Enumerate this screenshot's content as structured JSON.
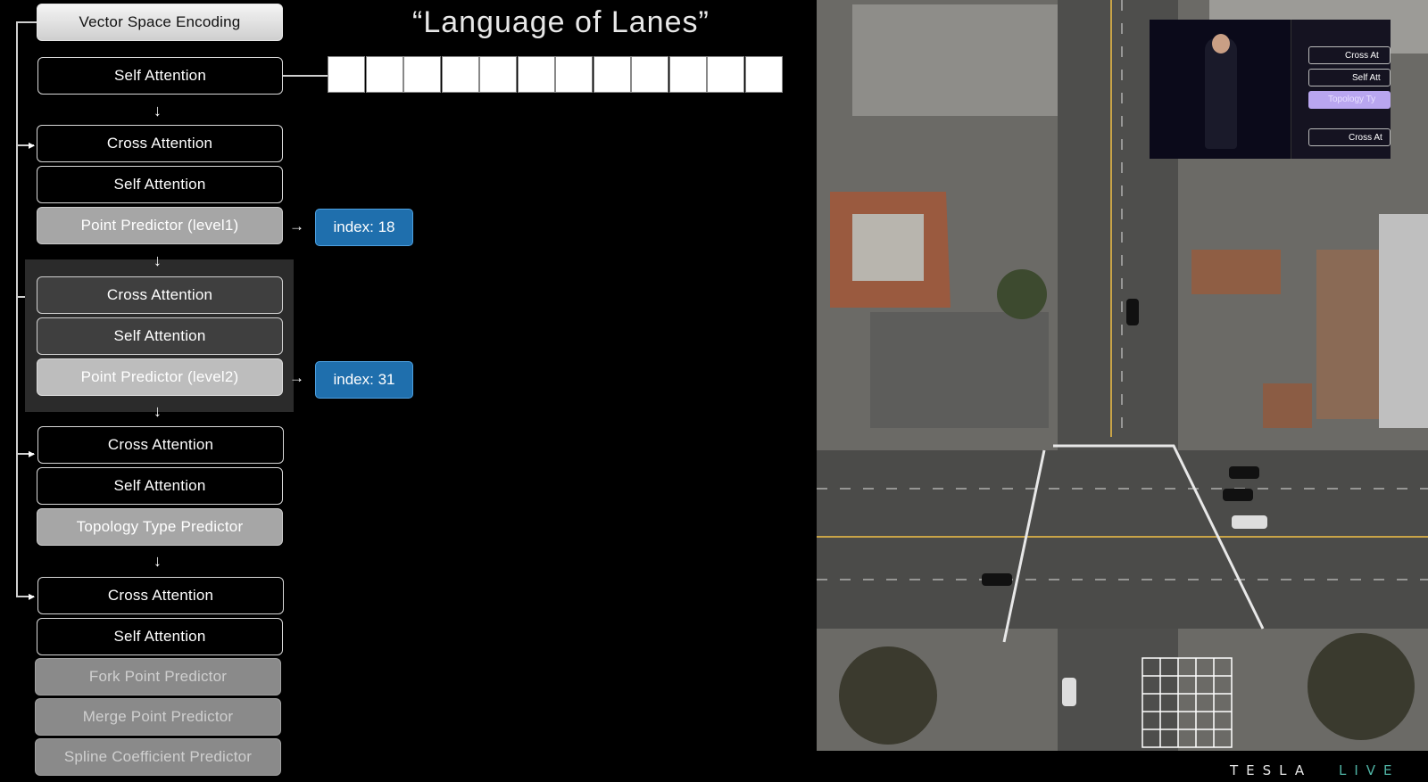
{
  "title": "“Language of Lanes”",
  "blocks": {
    "vse": "Vector Space Encoding",
    "sa0": "Self Attention",
    "ca1": "Cross Attention",
    "sa1": "Self Attention",
    "pp1": "Point Predictor (level1)",
    "ca2": "Cross Attention",
    "sa2": "Self Attention",
    "pp2": "Point Predictor (level2)",
    "ca3": "Cross Attention",
    "sa3": "Self Attention",
    "ttp": "Topology Type Predictor",
    "ca4": "Cross Attention",
    "sa4": "Self Attention",
    "fork": "Fork Point Predictor",
    "merge": "Merge Point Predictor",
    "spline": "Spline Coefficient Predictor"
  },
  "outputs": {
    "idx1": "index: 18",
    "idx2": "index: 31"
  },
  "token_cells": 12,
  "pip": {
    "labels": [
      "Cross At",
      "Self Att",
      "Topology Ty",
      "Cross At"
    ]
  },
  "footer": {
    "brand": "TESLA",
    "live": "LIVE"
  },
  "colors": {
    "index_box": "#1f6fad",
    "pip_highlight": "#b9a6f0"
  }
}
